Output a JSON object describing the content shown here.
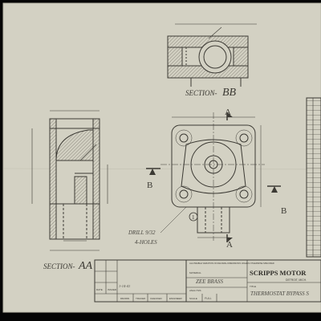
{
  "colors": {
    "paper": "#d3d1c3",
    "paper_edge": "#c6c4b4",
    "ink": "#3c3a34",
    "hatch": "#6b675d",
    "pencil": "#4a4842",
    "background": "#050505"
  },
  "drawing": {
    "section_bb_label": "SECTION-",
    "section_bb_letters": "BB",
    "section_aa_label": "SECTION-",
    "section_aa_letters": "AA",
    "arrow_a_top": "A",
    "arrow_a_bottom": "A",
    "arrow_b_left": "B",
    "arrow_b_right": "B",
    "drill_note_1": "DRILL 9/32",
    "drill_note_2": "4-HOLES",
    "balloon_1": "1"
  },
  "title_block": {
    "company": "SCRIPPS MOTOR",
    "location": "DETROIT, MICH.",
    "material_label": "MATERIAL",
    "material_value": "ZEE BRASS",
    "analysis_label": "ANALYSIS",
    "title_label": "TITLE",
    "title_value": "THERMOSTAT BYPASS S",
    "tolerance_note": "ALLOWABLE VARIATION ON DECIMAL DIMENSIONS UNLESS OTHERWISE SPECIFIED",
    "signoff_labels": [
      "DRAWN",
      "TRACED",
      "CHECKED",
      "ENGINEER",
      "SCALE"
    ],
    "scale_value": "FULL",
    "revision_headers": [
      "DATE",
      "ISSUED"
    ],
    "date_value": "1-14-41"
  }
}
